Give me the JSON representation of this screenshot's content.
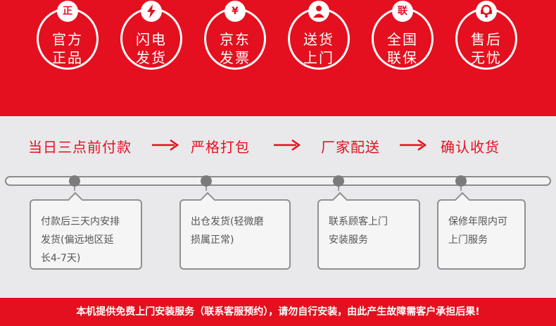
{
  "badges": [
    {
      "icon": "正",
      "line1": "官方",
      "line2": "正品",
      "icon_name": "zheng-char-icon"
    },
    {
      "icon": "",
      "line1": "闪电",
      "line2": "发货",
      "icon_name": "lightning-icon"
    },
    {
      "icon": "¥",
      "line1": "京东",
      "line2": "发票",
      "icon_name": "yen-icon"
    },
    {
      "icon": "",
      "line1": "送货",
      "line2": "上门",
      "icon_name": "delivery-person-icon"
    },
    {
      "icon": "联",
      "line1": "全国",
      "line2": "联保",
      "icon_name": "lian-char-icon"
    },
    {
      "icon": "",
      "line1": "售后",
      "line2": "无忧",
      "icon_name": "customer-service-icon"
    }
  ],
  "steps": [
    "当日三点前付款",
    "严格打包",
    "厂家配送",
    "确认收货"
  ],
  "boxes": [
    "付款后三天内安排\n发货(偏远地区延\n长4-7天)",
    "出仓发货(轻微磨\n损属正常)",
    "联系顾客上门\n安装服务",
    "保修年限内可\n上门服务"
  ],
  "footer": "本机提供免费上门安装服务（联系客服预约），请勿自行安装，由此产生故障需客户承担后果!",
  "colors": {
    "brand_red": "#e4101f",
    "panel_gray": "#e9e9eb"
  }
}
